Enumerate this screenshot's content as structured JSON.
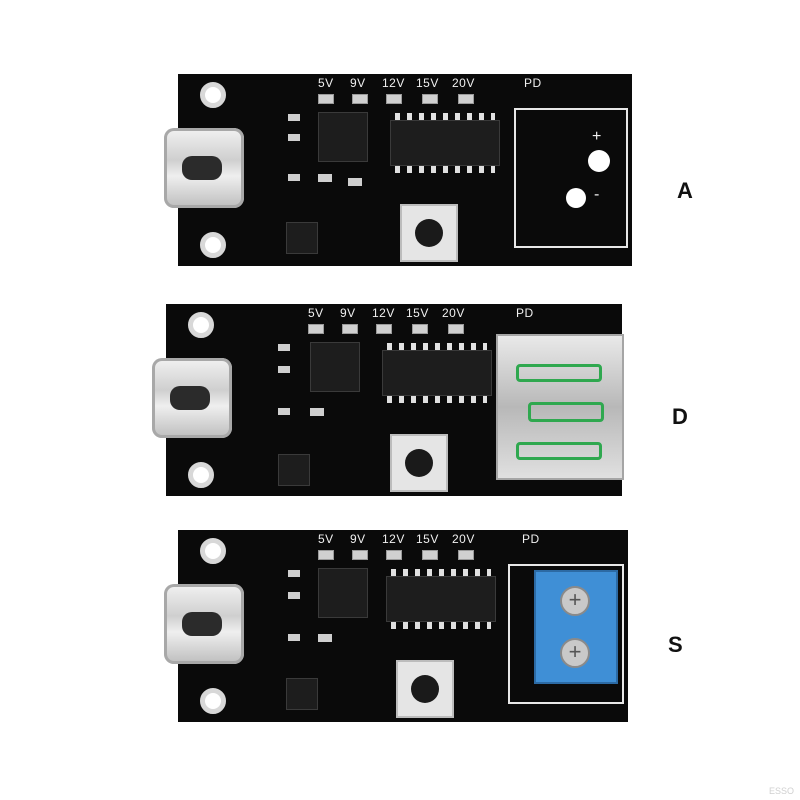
{
  "boards": [
    {
      "variant_label": "A",
      "voltage_labels": [
        "5V",
        "9V",
        "12V",
        "15V",
        "20V"
      ],
      "protocol_label": "PD",
      "output": "pads",
      "pad_marks": [
        "+",
        "-"
      ]
    },
    {
      "variant_label": "D",
      "voltage_labels": [
        "5V",
        "9V",
        "12V",
        "15V",
        "20V"
      ],
      "protocol_label": "PD",
      "output": "usb-a"
    },
    {
      "variant_label": "S",
      "voltage_labels": [
        "5V",
        "9V",
        "12V",
        "15V",
        "20V"
      ],
      "protocol_label": "PD",
      "output": "screw-terminal"
    }
  ],
  "watermark": "ESSO",
  "colors": {
    "pcb": "#0a0a0a",
    "terminal": "#3f8fd6",
    "usb_a_accent": "#2fa84f"
  }
}
